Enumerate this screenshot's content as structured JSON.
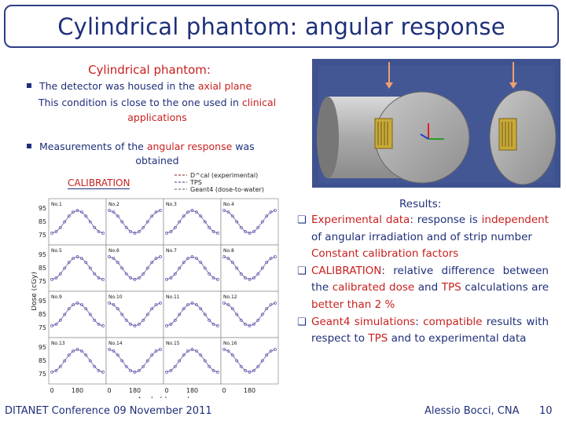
{
  "title": "Cylindrical phantom: angular response",
  "subtitle": "Cylindrical phantom:",
  "bullet1": {
    "line1_a": "The detector was housed in the ",
    "line1_b": "axial plane",
    "line2_a": "This condition is close to the one used in ",
    "line2_b": "clinical",
    "line3": "applications"
  },
  "bullet2": {
    "line1_a": "Measurements  of the ",
    "line1_b": "angular response",
    "line1_c": " was",
    "line2": "obtained"
  },
  "calibration_label": "CALIBRATION",
  "results": {
    "title": "Results:",
    "items": [
      {
        "parts": [
          "Experimental ",
          "data",
          ":  response  is ",
          "independent",
          " of  angular  irradiation  and of strip number"
        ],
        "tail": "Constant calibration factors"
      },
      {
        "parts": [
          "CALIBRATION",
          ":   relative   difference between  the  ",
          "calibrated  dose",
          "  and  ",
          "TPS",
          " calculations are ",
          "better than 2 %",
          ""
        ]
      },
      {
        "parts": [
          "Geant4  simulations",
          ":  ",
          "compatible",
          "  results with respect to ",
          "TPS",
          " and to experimental data",
          "",
          ""
        ]
      }
    ]
  },
  "footer": {
    "left": "DITANET Conference 09 November 2011",
    "right": "Alessio Bocci, CNA",
    "page": "10"
  },
  "chart_data": {
    "type": "scatter",
    "ylabel": "Dose (cGy)",
    "xlabel": "Angle (degree)",
    "legend": [
      "D^cal (experimental)",
      "TPS",
      "Geant4 (dose-to-water)"
    ],
    "panels": [
      "No.1",
      "No.2",
      "No.3",
      "No.4",
      "No.5",
      "No.6",
      "No.7",
      "No.8",
      "No.9",
      "No.10",
      "No.11",
      "No.12",
      "No.13",
      "No.14",
      "No.15",
      "No.16"
    ],
    "x_ticks": [
      "0",
      "180",
      "0",
      "180",
      "0",
      "180",
      "0",
      "180"
    ],
    "y_ticks": [
      "95",
      "85",
      "75",
      "95",
      "85",
      "75",
      "95",
      "85",
      "75",
      "95",
      "85",
      "75"
    ]
  }
}
